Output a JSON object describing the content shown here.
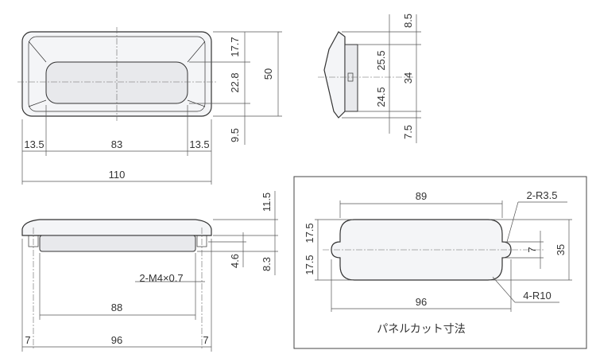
{
  "front_view": {
    "width_total": "110",
    "grip_width": "83",
    "side_left": "13.5",
    "side_right": "13.5",
    "top_offset": "17.7",
    "grip_height": "22.8",
    "bottom_offset": "9.5",
    "height_total": "50"
  },
  "side_view": {
    "top": "8.5",
    "upper": "25.5",
    "mid": "34",
    "lower": "24.5",
    "bottom": "7.5"
  },
  "bottom_view": {
    "height_top": "11.5",
    "thread_depth": "4.6",
    "body_height": "8.3",
    "thread_label": "2-M4×0.7",
    "inner_span": "88",
    "hole_pitch": "96",
    "edge_left": "7",
    "edge_right": "7"
  },
  "panel_cut": {
    "width_top": "89",
    "radius_small": "2-R3.5",
    "height_upper": "17.5",
    "height_lower": "17.5",
    "slot": "7",
    "height_total": "35",
    "width_bottom": "96",
    "radius_large": "4-R10",
    "title": "パネルカット寸法"
  }
}
